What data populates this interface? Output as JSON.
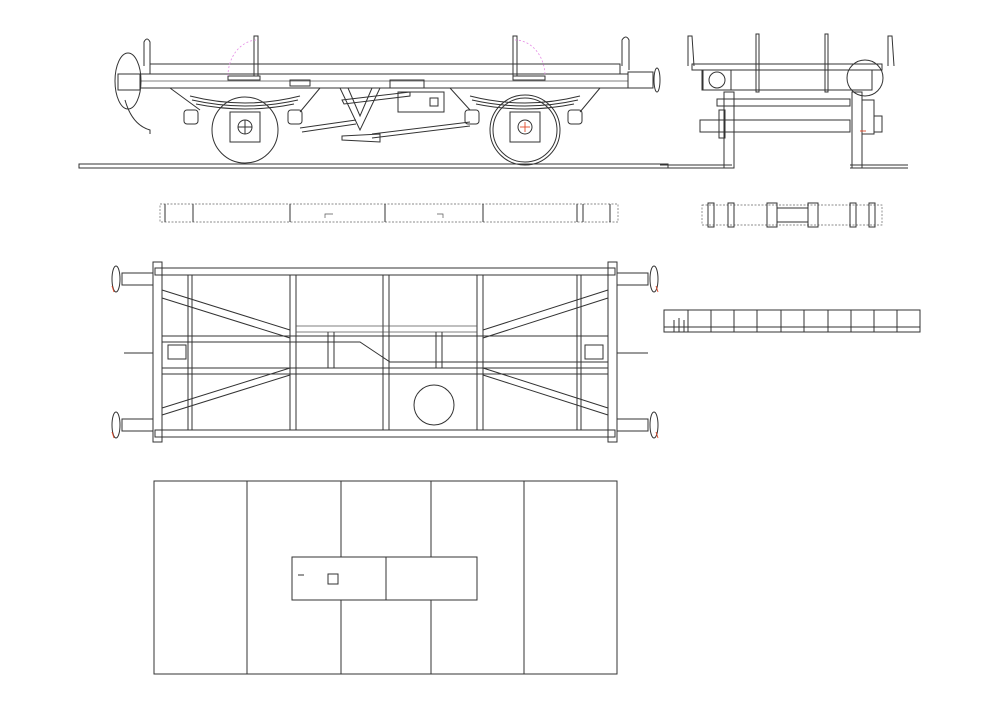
{
  "drawing": {
    "title_visible": false,
    "views": [
      "side-elevation",
      "end-elevation",
      "side-strip",
      "end-strip",
      "underframe-plan",
      "scale-bar",
      "floor-plan"
    ],
    "colors": {
      "line": "#333333",
      "construction_arc": "#e58be5",
      "centre_mark": "#e24a2a",
      "background": "#ffffff"
    }
  }
}
